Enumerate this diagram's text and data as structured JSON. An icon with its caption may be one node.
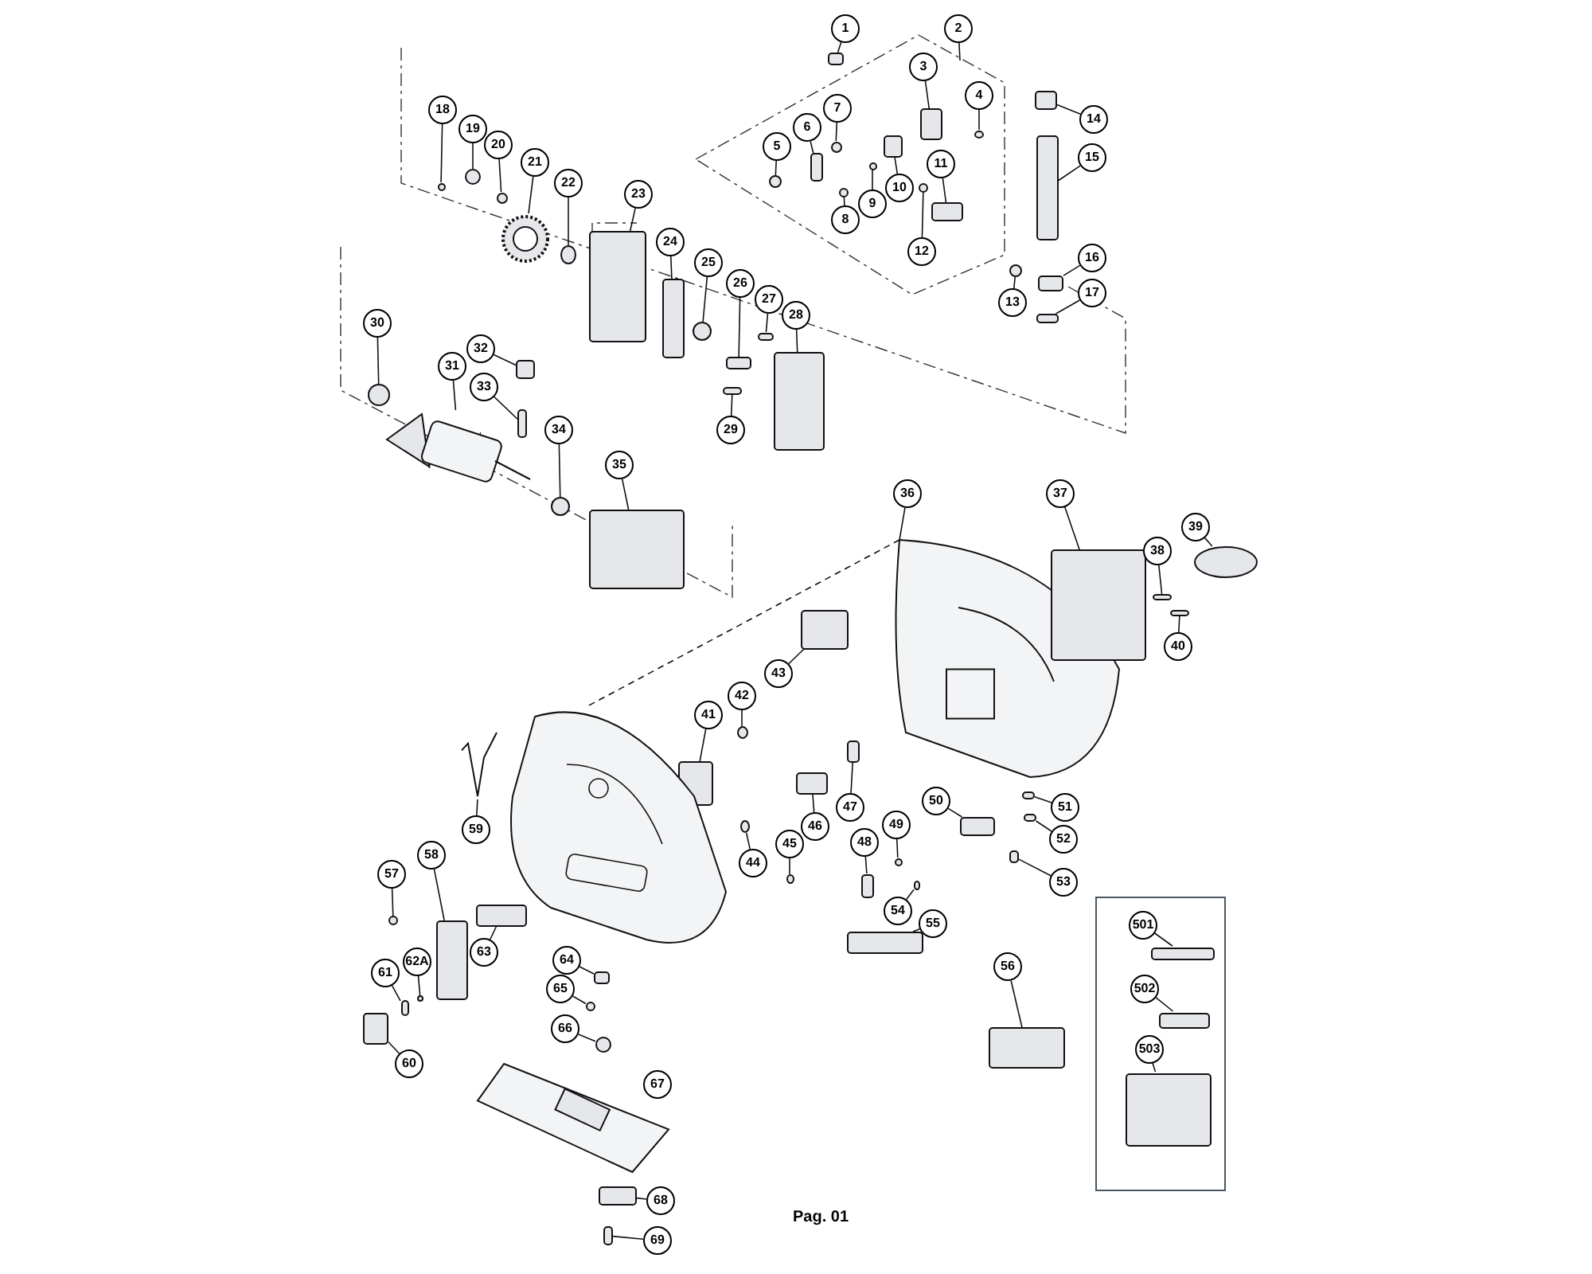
{
  "diagram": {
    "nodes": [
      {
        "text": [
          "1"
        ]
      },
      {
        "text": [],
        "shape": "box"
      },
      {
        "text": [
          "2"
        ]
      },
      {
        "text": [
          "3"
        ]
      },
      {
        "text": [],
        "shape": "box"
      },
      {
        "text": [
          "4"
        ]
      },
      {
        "text": [],
        "shape": "circle"
      },
      {
        "text": [
          "5"
        ]
      },
      {
        "text": [],
        "shape": "circle"
      },
      {
        "text": [
          "6"
        ]
      },
      {
        "text": [],
        "shape": "box"
      },
      {
        "text": [
          "7"
        ]
      },
      {
        "text": [],
        "shape": "circle"
      },
      {
        "text": [
          "8"
        ]
      },
      {
        "text": [],
        "shape": "circle"
      },
      {
        "text": [
          "9"
        ]
      },
      {
        "text": [],
        "shape": "circle"
      },
      {
        "text": [
          "10"
        ]
      },
      {
        "text": [],
        "shape": "box"
      },
      {
        "text": [
          "11"
        ]
      },
      {
        "text": [],
        "shape": "box"
      },
      {
        "text": [
          "12"
        ]
      },
      {
        "text": [],
        "shape": "circle"
      },
      {
        "text": [
          "13"
        ]
      },
      {
        "text": [],
        "shape": "circle"
      },
      {
        "text": [
          "14"
        ]
      },
      {
        "text": [],
        "shape": "box"
      },
      {
        "text": [
          "15"
        ]
      },
      {
        "text": [],
        "shape": "box"
      },
      {
        "text": [
          "16"
        ]
      },
      {
        "text": [],
        "shape": "box"
      },
      {
        "text": [
          "17"
        ]
      },
      {
        "text": [],
        "shape": "box"
      },
      {
        "text": [
          "18"
        ]
      },
      {
        "text": [],
        "shape": "circle"
      },
      {
        "text": [
          "19"
        ]
      },
      {
        "text": [],
        "shape": "circle"
      },
      {
        "text": [
          "20"
        ]
      },
      {
        "text": [],
        "shape": "circle"
      },
      {
        "text": [
          "21"
        ]
      },
      {
        "text": [],
        "shape": "picture"
      },
      {
        "text": [
          "22"
        ]
      },
      {
        "text": [],
        "shape": "circle"
      },
      {
        "text": [
          "23"
        ]
      },
      {
        "text": [],
        "shape": "box"
      },
      {
        "text": [
          "24"
        ]
      },
      {
        "text": [],
        "shape": "box"
      },
      {
        "text": [
          "25"
        ]
      },
      {
        "text": [],
        "shape": "circle"
      },
      {
        "text": [
          "26"
        ]
      },
      {
        "text": [],
        "shape": "box"
      },
      {
        "text": [
          "27"
        ]
      },
      {
        "text": [],
        "shape": "box"
      },
      {
        "text": [
          "28"
        ]
      },
      {
        "text": [],
        "shape": "box"
      },
      {
        "text": [
          "29"
        ]
      },
      {
        "text": [],
        "shape": "box"
      },
      {
        "text": [
          "30"
        ]
      },
      {
        "text": [],
        "shape": "circle"
      },
      {
        "text": [
          "31"
        ]
      },
      {
        "text": [],
        "shape": "picture"
      },
      {
        "text": [
          "32"
        ]
      },
      {
        "text": [],
        "shape": "box"
      },
      {
        "text": [
          "33"
        ]
      },
      {
        "text": [],
        "shape": "box"
      },
      {
        "text": [
          "34"
        ]
      },
      {
        "text": [],
        "shape": "circle"
      },
      {
        "text": [
          "35"
        ]
      },
      {
        "text": [],
        "shape": "box"
      },
      {
        "text": [
          "36"
        ]
      },
      {
        "text": [],
        "shape": "picture"
      },
      {
        "text": [
          "37"
        ]
      },
      {
        "text": [],
        "shape": "box"
      },
      {
        "text": [
          "38"
        ]
      },
      {
        "text": [],
        "shape": "box"
      },
      {
        "text": [
          "39"
        ]
      },
      {
        "text": [],
        "shape": "circle"
      },
      {
        "text": [
          "40"
        ]
      },
      {
        "text": [],
        "shape": "box"
      },
      {
        "text": [
          "41"
        ]
      },
      {
        "text": [],
        "shape": "box"
      },
      {
        "text": [
          "42"
        ]
      },
      {
        "text": [],
        "shape": "circle"
      },
      {
        "text": [
          "43"
        ]
      },
      {
        "text": [],
        "shape": "box"
      },
      {
        "text": [
          "44"
        ]
      },
      {
        "text": [],
        "shape": "circle"
      },
      {
        "text": [
          "45"
        ]
      },
      {
        "text": [],
        "shape": "circle"
      },
      {
        "text": [
          "46"
        ]
      },
      {
        "text": [],
        "shape": "box"
      },
      {
        "text": [
          "47"
        ]
      },
      {
        "text": [],
        "shape": "box"
      },
      {
        "text": [
          "48"
        ]
      },
      {
        "text": [],
        "shape": "box"
      },
      {
        "text": [
          "49"
        ]
      },
      {
        "text": [],
        "shape": "circle"
      },
      {
        "text": [
          "50"
        ]
      },
      {
        "text": [],
        "shape": "box"
      },
      {
        "text": [
          "51"
        ]
      },
      {
        "text": [],
        "shape": "box"
      },
      {
        "text": [
          "52"
        ]
      },
      {
        "text": [],
        "shape": "box"
      },
      {
        "text": [
          "53"
        ]
      },
      {
        "text": [],
        "shape": "box"
      },
      {
        "text": [
          "54"
        ]
      },
      {
        "text": [],
        "shape": "box"
      },
      {
        "text": [
          "55"
        ]
      },
      {
        "text": [],
        "shape": "box"
      },
      {
        "text": [
          "56"
        ]
      },
      {
        "text": [],
        "shape": "box"
      },
      {
        "text": [
          "57"
        ]
      },
      {
        "text": [],
        "shape": "circle"
      },
      {
        "text": [
          "58"
        ]
      },
      {
        "text": [],
        "shape": "box"
      },
      {
        "text": [
          "59"
        ]
      },
      {
        "text": [],
        "shape": "picture"
      },
      {
        "text": [
          "60"
        ]
      },
      {
        "text": [],
        "shape": "box"
      },
      {
        "text": [
          "61"
        ]
      },
      {
        "text": [],
        "shape": "box"
      },
      {
        "text": [
          "62A"
        ]
      },
      {
        "text": [],
        "shape": "circle"
      },
      {
        "text": [
          "63"
        ]
      },
      {
        "text": [],
        "shape": "box"
      },
      {
        "text": [
          "64"
        ]
      },
      {
        "text": [],
        "shape": "box"
      },
      {
        "text": [
          "65"
        ]
      },
      {
        "text": [],
        "shape": "circle"
      },
      {
        "text": [
          "66"
        ]
      },
      {
        "text": [],
        "shape": "circle"
      },
      {
        "text": [
          "67"
        ]
      },
      {
        "text": [],
        "shape": "picture"
      },
      {
        "text": [
          "68"
        ]
      },
      {
        "text": [],
        "shape": "box"
      },
      {
        "text": [
          "69"
        ]
      },
      {
        "text": [],
        "shape": "box"
      },
      {
        "text": [],
        "shape": "box"
      },
      {
        "text": [
          "501"
        ],
        "in": 137
      },
      {
        "text": [],
        "shape": "box",
        "in": 137
      },
      {
        "text": [
          "502"
        ],
        "in": 137
      },
      {
        "text": [],
        "shape": "box",
        "in": 137
      },
      {
        "text": [
          "503"
        ],
        "in": 137
      },
      {
        "text": [],
        "shape": "box",
        "in": 137
      },
      {
        "text": [],
        "shape": "picture"
      }
    ],
    "edges": [
      {
        "from": 0,
        "to": 1,
        "arrow": "none"
      },
      {
        "from": 2,
        "to": null,
        "arrow": "none"
      },
      {
        "from": 3,
        "to": 4,
        "arrow": "none"
      },
      {
        "from": 5,
        "to": 6,
        "arrow": "none"
      },
      {
        "from": 7,
        "to": 8,
        "arrow": "none"
      },
      {
        "from": 9,
        "to": 10,
        "arrow": "none"
      },
      {
        "from": 11,
        "to": 12,
        "arrow": "none"
      },
      {
        "from": 13,
        "to": 14,
        "arrow": "none"
      },
      {
        "from": 15,
        "to": 16,
        "arrow": "none"
      },
      {
        "from": 17,
        "to": 18,
        "arrow": "none"
      },
      {
        "from": 19,
        "to": 20,
        "arrow": "none"
      },
      {
        "from": 21,
        "to": 22,
        "arrow": "none"
      },
      {
        "from": 23,
        "to": 24,
        "arrow": "none"
      },
      {
        "from": 25,
        "to": 26,
        "arrow": "none"
      },
      {
        "from": 27,
        "to": 28,
        "arrow": "none"
      },
      {
        "from": 29,
        "to": 30,
        "arrow": "none"
      },
      {
        "from": 31,
        "to": 32,
        "arrow": "none"
      },
      {
        "from": 33,
        "to": 34,
        "arrow": "none"
      },
      {
        "from": 35,
        "to": 36,
        "arrow": "none"
      },
      {
        "from": 37,
        "to": 38,
        "arrow": "none"
      },
      {
        "from": 39,
        "to": 40,
        "arrow": "none"
      },
      {
        "from": 41,
        "to": 42,
        "arrow": "none"
      },
      {
        "from": 43,
        "to": 44,
        "arrow": "none"
      },
      {
        "from": 45,
        "to": 46,
        "arrow": "none"
      },
      {
        "from": 47,
        "to": 48,
        "arrow": "none"
      },
      {
        "from": 49,
        "to": 50,
        "arrow": "none"
      },
      {
        "from": 51,
        "to": 52,
        "arrow": "none"
      },
      {
        "from": 53,
        "to": 54,
        "arrow": "none"
      },
      {
        "from": 55,
        "to": 56,
        "arrow": "none"
      },
      {
        "from": 57,
        "to": 58,
        "arrow": "none"
      },
      {
        "from": 59,
        "to": 60,
        "arrow": "none"
      },
      {
        "from": 61,
        "to": 62,
        "arrow": "none"
      },
      {
        "from": 63,
        "to": 64,
        "arrow": "none"
      },
      {
        "from": 65,
        "to": 66,
        "arrow": "none"
      },
      {
        "from": 67,
        "to": 68,
        "arrow": "none"
      },
      {
        "from": 69,
        "to": 70,
        "arrow": "none"
      },
      {
        "from": 71,
        "to": 72,
        "arrow": "none"
      },
      {
        "from": 73,
        "to": 74,
        "arrow": "none"
      },
      {
        "from": 75,
        "to": 76,
        "arrow": "none"
      },
      {
        "from": 77,
        "to": 78,
        "arrow": "none"
      },
      {
        "from": 79,
        "to": 80,
        "arrow": "none"
      },
      {
        "from": 81,
        "to": 82,
        "arrow": "none"
      },
      {
        "from": 83,
        "to": 84,
        "arrow": "none"
      },
      {
        "from": 85,
        "to": 86,
        "arrow": "none"
      },
      {
        "from": 87,
        "to": 88,
        "arrow": "none"
      },
      {
        "from": 89,
        "to": 90,
        "arrow": "none"
      },
      {
        "from": 91,
        "to": 92,
        "arrow": "none"
      },
      {
        "from": 93,
        "to": 94,
        "arrow": "none"
      },
      {
        "from": 95,
        "to": 96,
        "arrow": "none"
      },
      {
        "from": 97,
        "to": 98,
        "arrow": "none"
      },
      {
        "from": 99,
        "to": 100,
        "arrow": "none"
      },
      {
        "from": 101,
        "to": 102,
        "arrow": "none"
      },
      {
        "from": 103,
        "to": 104,
        "arrow": "none"
      },
      {
        "from": 105,
        "to": 106,
        "arrow": "none"
      },
      {
        "from": 107,
        "to": 108,
        "arrow": "none"
      },
      {
        "from": 109,
        "to": 110,
        "arrow": "none"
      },
      {
        "from": 111,
        "to": 112,
        "arrow": "none"
      },
      {
        "from": 113,
        "to": 114,
        "arrow": "none"
      },
      {
        "from": 115,
        "to": 116,
        "arrow": "none"
      },
      {
        "from": 117,
        "to": 118,
        "arrow": "none"
      },
      {
        "from": 119,
        "to": 120,
        "arrow": "none"
      },
      {
        "from": 121,
        "to": 122,
        "arrow": "none"
      },
      {
        "from": 123,
        "to": 124,
        "arrow": "none"
      },
      {
        "from": 125,
        "to": 126,
        "arrow": "none"
      },
      {
        "from": 127,
        "to": 128,
        "arrow": "none"
      },
      {
        "from": 129,
        "to": 130,
        "arrow": "none"
      },
      {
        "from": 131,
        "to": 132,
        "arrow": "none"
      },
      {
        "from": 133,
        "to": 134,
        "arrow": "none"
      },
      {
        "from": 135,
        "to": 136,
        "arrow": "none"
      },
      {
        "from": 138,
        "to": 139,
        "arrow": "none"
      },
      {
        "from": 140,
        "to": 141,
        "arrow": "none"
      },
      {
        "from": 142,
        "to": 143,
        "arrow": "none"
      },
      {
        "from": 70,
        "to": 144,
        "arrow": "none",
        "style": "dashed"
      }
    ],
    "labels": [
      "Pag. 01"
    ]
  }
}
